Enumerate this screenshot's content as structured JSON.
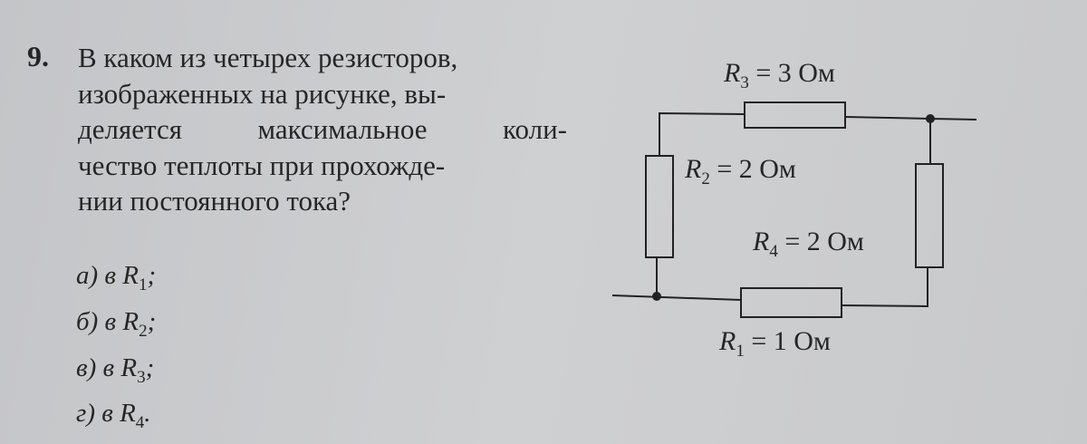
{
  "question": {
    "number": "9.",
    "lines": [
      "В каком из четырех резисторов,",
      "изображенных на рисунке, вы-",
      [
        "деляется",
        "максимальное",
        "коли-"
      ],
      "чество теплоты при прохожде-",
      "нии постоянного тока?"
    ]
  },
  "options": [
    {
      "letter": "а)",
      "prep": "в",
      "var": "R",
      "sub": "1",
      "end": ";"
    },
    {
      "letter": "б)",
      "prep": "в",
      "var": "R",
      "sub": "2",
      "end": ";"
    },
    {
      "letter": "в)",
      "prep": "в",
      "var": "R",
      "sub": "3",
      "end": ";"
    },
    {
      "letter": "г)",
      "prep": "в",
      "var": "R",
      "sub": "4",
      "end": "."
    }
  ],
  "circuit": {
    "resistors": [
      {
        "name": "R",
        "sub": "1",
        "value": "= 1 Ом"
      },
      {
        "name": "R",
        "sub": "2",
        "value": "= 2 Ом"
      },
      {
        "name": "R",
        "sub": "3",
        "value": "= 3 Ом"
      },
      {
        "name": "R",
        "sub": "4",
        "value": "= 2 Ом"
      }
    ]
  }
}
